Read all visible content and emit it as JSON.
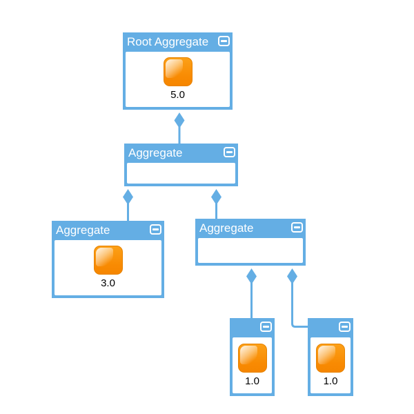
{
  "diagram": {
    "background": "#ffffff",
    "colors": {
      "node_fill": "#64AEE4",
      "header_text": "#ffffff",
      "body_fill": "#ffffff",
      "edge": "#64AEE4",
      "icon_gradient_top": "#FCA017",
      "icon_gradient_bottom": "#F88A02",
      "icon_border": "#E68200",
      "value_text": "#000000"
    },
    "nodes": [
      {
        "id": "root",
        "title": "Root Aggregate",
        "value": "5.0",
        "has_icon": true,
        "collapse_icon": "minus-icon"
      },
      {
        "id": "aggregate-mid",
        "title": "Aggregate",
        "value": "",
        "has_icon": false,
        "collapse_icon": "minus-icon"
      },
      {
        "id": "aggregate-left",
        "title": "Aggregate",
        "value": "3.0",
        "has_icon": true,
        "collapse_icon": "minus-icon"
      },
      {
        "id": "aggregate-right",
        "title": "Aggregate",
        "value": "",
        "has_icon": false,
        "collapse_icon": "minus-icon"
      },
      {
        "id": "leaf-1",
        "title": "",
        "value": "1.0",
        "has_icon": true,
        "collapse_icon": "minus-icon"
      },
      {
        "id": "leaf-2",
        "title": "",
        "value": "1.0",
        "has_icon": true,
        "collapse_icon": "minus-icon"
      }
    ],
    "edges": [
      {
        "from": "root",
        "to": "aggregate-mid",
        "type": "aggregation-diamond"
      },
      {
        "from": "aggregate-mid",
        "to": "aggregate-left",
        "type": "aggregation-diamond"
      },
      {
        "from": "aggregate-mid",
        "to": "aggregate-right",
        "type": "aggregation-diamond"
      },
      {
        "from": "aggregate-right",
        "to": "leaf-1",
        "type": "aggregation-diamond"
      },
      {
        "from": "aggregate-right",
        "to": "leaf-2",
        "type": "aggregation-diamond"
      }
    ]
  }
}
